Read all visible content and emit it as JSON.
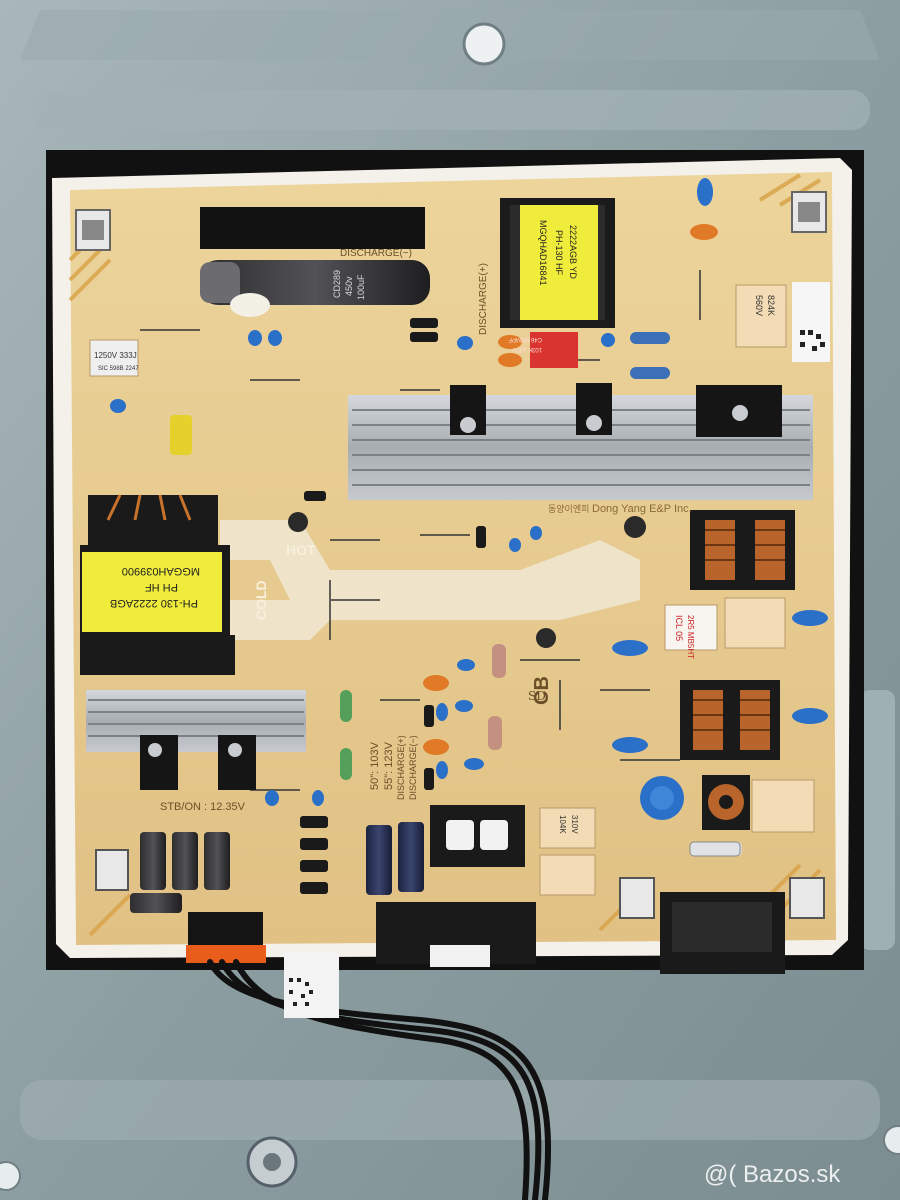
{
  "board": {
    "maker": "Dong Yang E&P Inc.",
    "maker_korean": "동양이엔피",
    "hot_label": "HOT",
    "cold_label": "COLD",
    "cb_label": "CB",
    "discharge_pos": "DISCHARGE(+)",
    "discharge_neg": "DISCHARGE(−)",
    "stb_label": "STB/ON : 12.35V",
    "volt_50": "50\": 103V",
    "volt_55": "55\": 123V",
    "sd_symbol": "SD",
    "left_transformer": {
      "line1": "PH-130 2222AGB",
      "line2": "PH    HF",
      "line3": "MGGAH039900"
    },
    "top_transformer": {
      "line1": "MGQHAD16841",
      "line2": "PH-130 HF",
      "line3": "2222AGB YD"
    },
    "cap_main": {
      "line1": "CD289",
      "line2": "450v",
      "line3": "100uF"
    },
    "film_cap_left": {
      "line1": "1250V  333J",
      "line2": "SIC  598B  2247"
    },
    "xcap_top_right": {
      "line1": "560V",
      "line2": "824K"
    },
    "red_cap": {
      "line1": "103K 630V",
      "line2": "C46 8MMPF"
    },
    "icl": {
      "line1": "ICL  05",
      "line2": "2R5 MB5HT"
    },
    "yellow_cap_lower": {
      "line1": "104K",
      "line2": "310V"
    },
    "watermark": "@( Bazos.sk"
  },
  "colors": {
    "chassis": "#8fa0a3",
    "board": "#e6c98e",
    "frame": "#f4f1ea",
    "heatsink": "#b8bcc0",
    "transformer_label": "#f0ec3c",
    "cap_blue": "#2a6fc8",
    "cap_orange": "#e07a26"
  }
}
